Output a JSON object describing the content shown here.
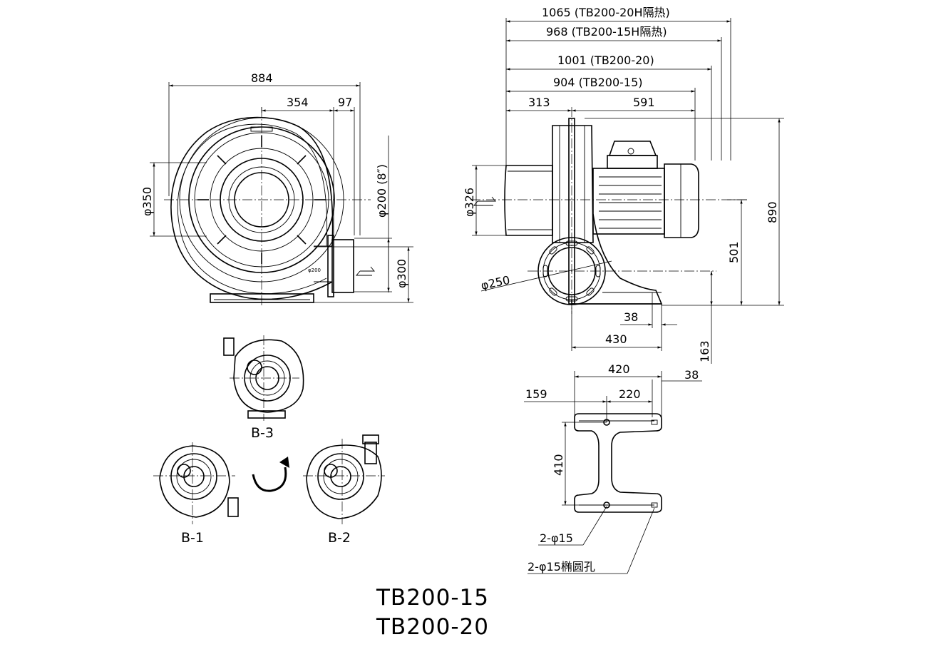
{
  "front_view": {
    "dims": {
      "overall_width": "884",
      "center_to_outlet": "354",
      "outlet_flange": "97",
      "inlet_diameter": "φ350",
      "outlet_diameter": "φ200 (8″)",
      "center_height": "φ300",
      "inlet_tag": "φ200"
    }
  },
  "side_view": {
    "dims": {
      "len_20h": "1065 (TB200-20H隔热)",
      "len_15h": "968 (TB200-15H隔热)",
      "len_20": "1001 (TB200-20)",
      "len_15": "904 (TB200-15)",
      "inlet_to_center": "313",
      "center_to_motor": "591",
      "inlet_diameter": "φ326",
      "outlet_diameter": "φ250",
      "overall_height": "890",
      "shaft_height": "501",
      "outlet_height": "163",
      "base_offset": "38",
      "base_length": "430"
    }
  },
  "base_view": {
    "dims": {
      "base_width": "420",
      "base_edge": "38",
      "hole_offset": "159",
      "hole_spacing": "220",
      "base_depth": "410",
      "holes": "2-φ15",
      "slots": "2-φ15椭圆孔"
    }
  },
  "orientations": {
    "b3": "B-3",
    "b1": "B-1",
    "b2": "B-2"
  },
  "models": [
    "TB200-15",
    "TB200-20"
  ]
}
